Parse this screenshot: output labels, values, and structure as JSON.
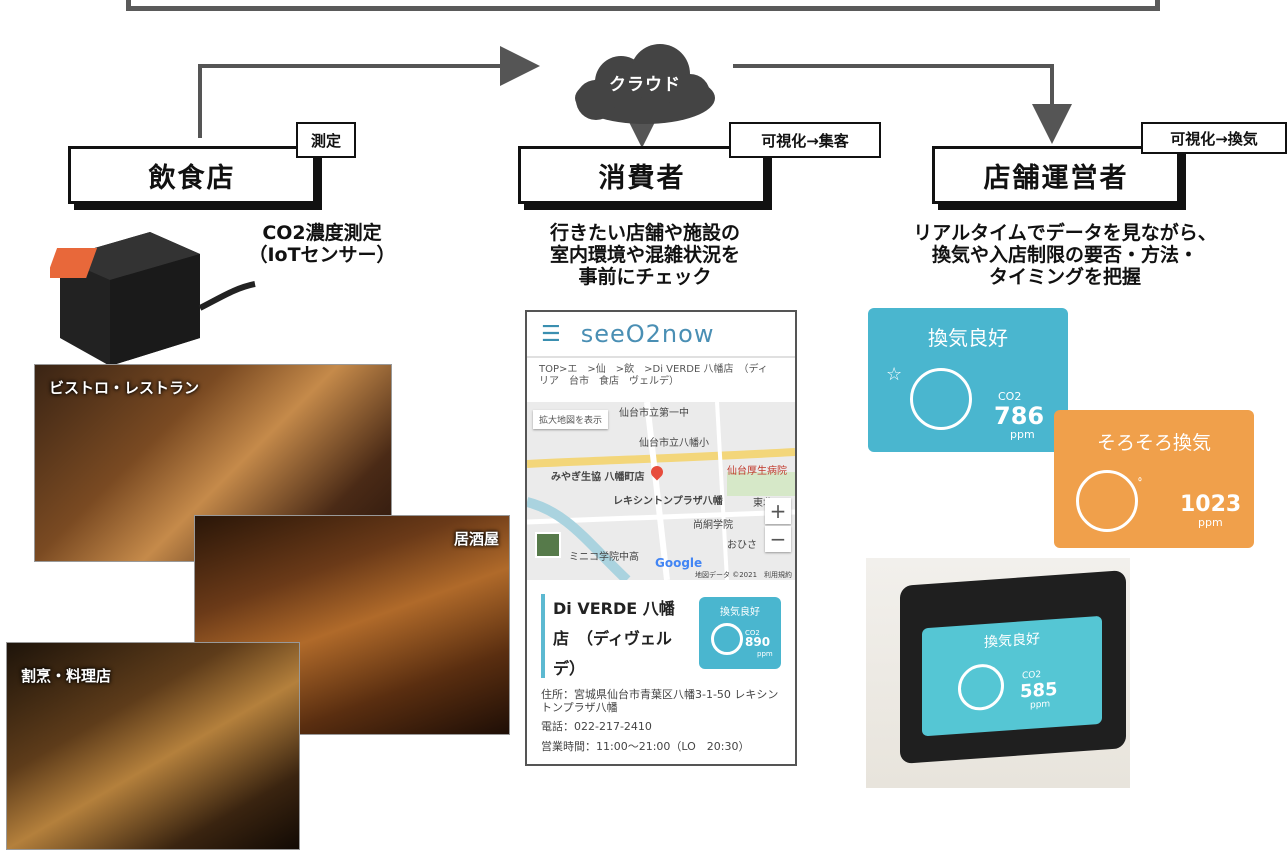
{
  "cloud": {
    "label": "クラウド"
  },
  "columns": [
    {
      "title": "飲食店",
      "tag": "測定"
    },
    {
      "title": "消費者",
      "tag": "可視化→集客"
    },
    {
      "title": "店舗運営者",
      "tag": "可視化→換気"
    }
  ],
  "captions": {
    "sensor": [
      "CO2濃度測定",
      "（IoTセンサー）"
    ],
    "consumer": [
      "行きたい店舗や施設の",
      "室内環境や混雑状況を",
      "事前にチェック"
    ],
    "operator": [
      "リアルタイムでデータを見ながら、",
      "換気や入店制限の要否・方法・",
      "タイミングを把握"
    ]
  },
  "photos": {
    "bistro": "ビストロ・レストラン",
    "izakaya": "居酒屋",
    "kappo": "割烹・料理店"
  },
  "phone": {
    "logo": "seeO2now",
    "breadcrumb": [
      "TOP>エ　>仙　>飲　>Di VERDE 八幡店　（ディ",
      "リア　台市　食店　ヴェルデ）"
    ],
    "map": {
      "expand": "拡大地図を表示",
      "labels": [
        "仙台市立第一中",
        "仙台市立八幡小",
        "みやぎ生協 八幡町店",
        "仙台厚生病院",
        "レキシントンプラザ八幡",
        "尚絅学院",
        "東北",
        "ミニコ学院中高",
        "おひさ",
        "地図データ ©2021　利用規約"
      ],
      "google": "Google",
      "zoom_in": "+",
      "zoom_out": "−"
    },
    "shop_name": "Di VERDE 八幡店　（ディヴェルデ）",
    "card": {
      "status": "換気良好",
      "co2": "CO2",
      "value": "890",
      "unit": "ppm"
    },
    "address": "住所：宮城県仙台市青葉区八幡3-1-50 レキシントンプラザ八幡",
    "phone": "電話：022-217-2410",
    "hours": "営業時間：11:00〜21:00（LO　20:30）"
  },
  "monitor_cards": [
    {
      "status": "換気良好",
      "co2": "CO2",
      "value": "786",
      "unit": "ppm"
    },
    {
      "status": "そろそろ換気",
      "co2": "",
      "value": "1023",
      "unit": "ppm"
    }
  ],
  "tablet": {
    "status": "換気良好",
    "co2": "CO2",
    "value": "585",
    "unit": "ppm"
  },
  "colors": {
    "card_blue": "#4ab6cf",
    "card_orange": "#f0a04b",
    "connector": "#555555",
    "cloud": "#444444"
  }
}
